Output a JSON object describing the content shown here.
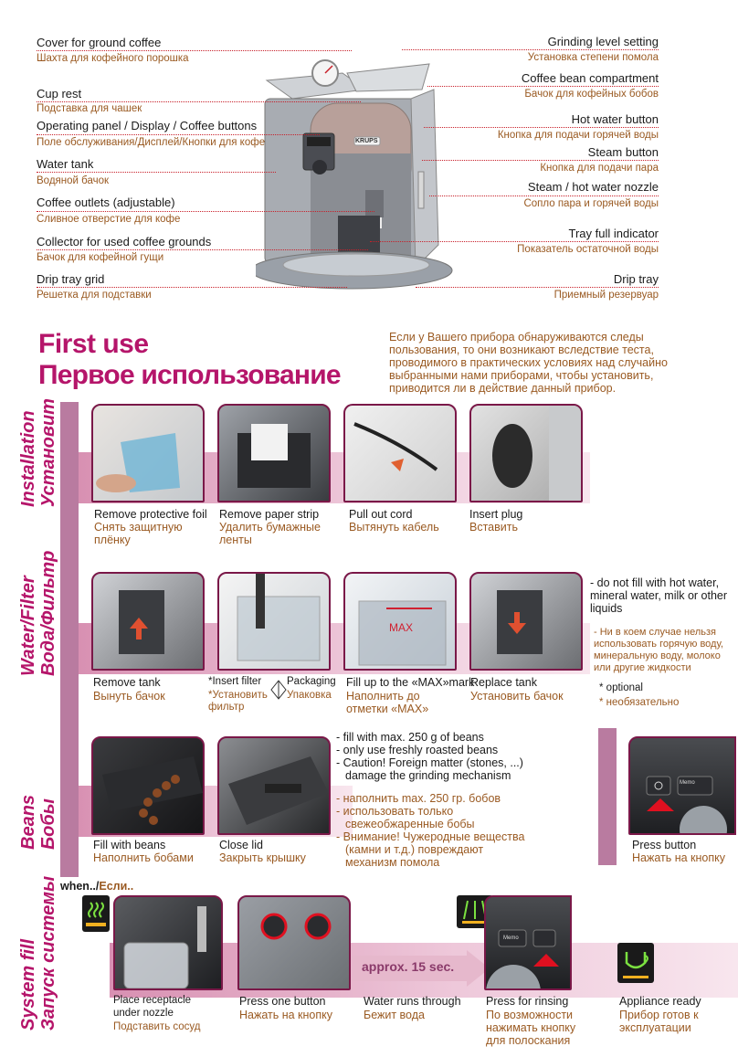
{
  "labels_left": [
    {
      "en": "Cover for ground coffee",
      "ru": "Шахта для кофейного порошка"
    },
    {
      "en": "Cup rest",
      "ru": "Подставка для чашек"
    },
    {
      "en": "Operating panel / Display / Coffee buttons",
      "ru": "Поле обслуживания/Дисплей/Кнопки для кофе"
    },
    {
      "en": "Water tank",
      "ru": "Водяной бачок"
    },
    {
      "en": "Coffee outlets (adjustable)",
      "ru": "Сливное отверстие для кофе"
    },
    {
      "en": "Collector for used coffee grounds",
      "ru": "Бачок для кофейной гущи"
    },
    {
      "en": "Drip tray grid",
      "ru": "Решетка для подставки"
    }
  ],
  "labels_right": [
    {
      "en": "Grinding level setting",
      "ru": "Установка степени помола"
    },
    {
      "en": "Coffee bean compartment",
      "ru": "Бачок для кофейных бобов"
    },
    {
      "en": "Hot water button",
      "ru": "Кнопка для подачи горячей воды"
    },
    {
      "en": "Steam button",
      "ru": "Кнопка для подачи пара"
    },
    {
      "en": "Steam / hot water nozzle",
      "ru": "Сопло пара и горячей воды"
    },
    {
      "en": "Tray full indicator",
      "ru": "Показатель остаточной воды"
    },
    {
      "en": "Drip tray",
      "ru": "Приемный резервуар"
    }
  ],
  "machine": {
    "brand": "KRUPS"
  },
  "first_use": {
    "title_en": "First use",
    "title_ru": "Первое использование",
    "intro": "Если у Вашего прибора обнаруживаются следы пользования, то они возникают вследствие теста, проводимого в практических условиях над случайно выбранными нами приборами, чтобы установить, приводится ли в действие данный прибор."
  },
  "installation": {
    "title_en": "Installation",
    "title_ru": "Установит",
    "steps": [
      {
        "en": "Remove protective foil",
        "ru": "Снять защитную плёнку"
      },
      {
        "en": "Remove paper strip",
        "ru": "Удалить бумажные ленты"
      },
      {
        "en": "Pull out cord",
        "ru": "Вытянуть кабель"
      },
      {
        "en": "Insert plug",
        "ru": "Вставить"
      }
    ]
  },
  "water": {
    "title_en": "Water/Filter",
    "title_ru": "Вода/Фильтр",
    "steps": [
      {
        "en": "Remove tank",
        "ru": "Вынуть бачок"
      },
      {
        "en": "*Insert filter",
        "ru": "*Установить фильтр"
      },
      {
        "en": "Fill up to the «MAX»mark",
        "ru": "Наполнить до отметки «MAX»"
      },
      {
        "en": "Replace tank",
        "ru": "Установить бачок"
      }
    ],
    "packaging_en": "Packaging",
    "packaging_ru": "Упаковка",
    "max_label": "MAX",
    "note_en": "- do not fill with hot water, mineral water, milk or other liquids",
    "note_ru": "- Ни в коем случае нельзя использовать горячую воду, минеральную воду, молоко или другие жидкости",
    "optional_en": "* optional",
    "optional_ru": "* необязательно"
  },
  "beans": {
    "title_en": "Beans",
    "title_ru": "Бобы",
    "steps": [
      {
        "en": "Fill with beans",
        "ru": "Наполнить бобами"
      },
      {
        "en": "Close lid",
        "ru": "Закрыть крышку"
      }
    ],
    "notes_en": [
      "- fill with max. 250 g of beans",
      "- only use freshly roasted beans",
      "- Caution! Foreign matter (stones, ...)",
      "  damage the grinding mechanism"
    ],
    "notes_ru": [
      "- наполнить max. 250 гр. бобов",
      "- использовать только",
      "  свежеобжаренные бобы",
      "- Внимание! Чужеродные вещества",
      "  (камни и т.д.) повреждают",
      "  механизм помола"
    ],
    "press_en": "Press button",
    "press_ru": "Нажать на кнопку",
    "memo_label": "Memo"
  },
  "system_fill": {
    "title_en": "System fill",
    "title_ru": "Запуск системы",
    "when_en": "when../",
    "when_ru": "Если..",
    "approx": "approx. 15 sec.",
    "memo_label": "Memo",
    "steps": [
      {
        "en": "Place receptacle under nozzle",
        "ru": "Подставить сосуд"
      },
      {
        "en": "Press one button",
        "ru": "Нажать на кнопку"
      },
      {
        "en": "Water runs through",
        "ru": "Бежит вода"
      },
      {
        "en": "Press for rinsing",
        "ru": "По возможности нажимать кнопку для полоскания"
      },
      {
        "en": "Appliance ready",
        "ru": "Прибор готов к эксплуатации"
      }
    ]
  }
}
